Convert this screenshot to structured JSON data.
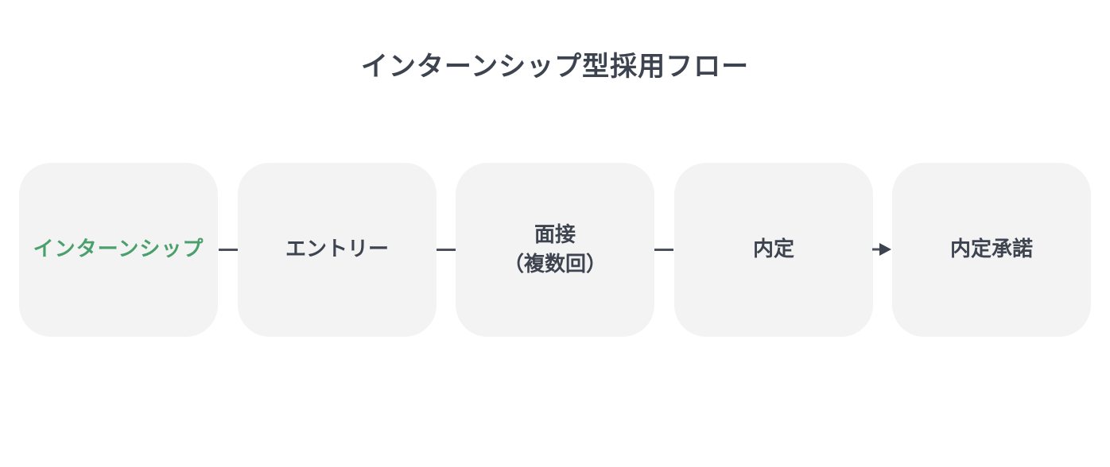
{
  "title": "インターンシップ型採用フロー",
  "steps": [
    {
      "label": "インターンシップ",
      "highlight": true
    },
    {
      "label": "エントリー"
    },
    {
      "label": "面接\n（複数回）"
    },
    {
      "label": "内定"
    },
    {
      "label": "内定承諾"
    }
  ],
  "colors": {
    "text": "#3d4450",
    "highlight": "#4aa06c",
    "box_bg": "#f3f3f3",
    "connector": "#4a515c"
  }
}
